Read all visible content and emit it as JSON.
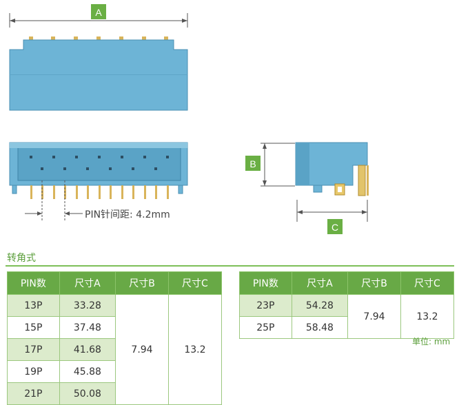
{
  "diagram": {
    "dim_a": "A",
    "dim_b": "B",
    "dim_c": "C",
    "pitch_label": "PIN针间距: 4.2mm"
  },
  "section": {
    "title": "转角式"
  },
  "table_headers": [
    "PIN数",
    "尺寸A",
    "尺寸B",
    "尺寸C"
  ],
  "table_left": {
    "rows": [
      {
        "pin": "13P",
        "a": "33.28"
      },
      {
        "pin": "15P",
        "a": "37.48"
      },
      {
        "pin": "17P",
        "a": "41.68"
      },
      {
        "pin": "19P",
        "a": "45.88"
      },
      {
        "pin": "21P",
        "a": "50.08"
      }
    ],
    "b": "7.94",
    "c": "13.2"
  },
  "table_right": {
    "rows": [
      {
        "pin": "23P",
        "a": "54.28"
      },
      {
        "pin": "25P",
        "a": "58.48"
      }
    ],
    "b": "7.94",
    "c": "13.2"
  },
  "unit_note": "单位: mm",
  "colors": {
    "connector_blue": "#6db4d6",
    "connector_dark": "#4a8fb3",
    "pin_gold": "#d9b45a",
    "label_green": "#6aaf44",
    "header_green": "#68a946"
  }
}
